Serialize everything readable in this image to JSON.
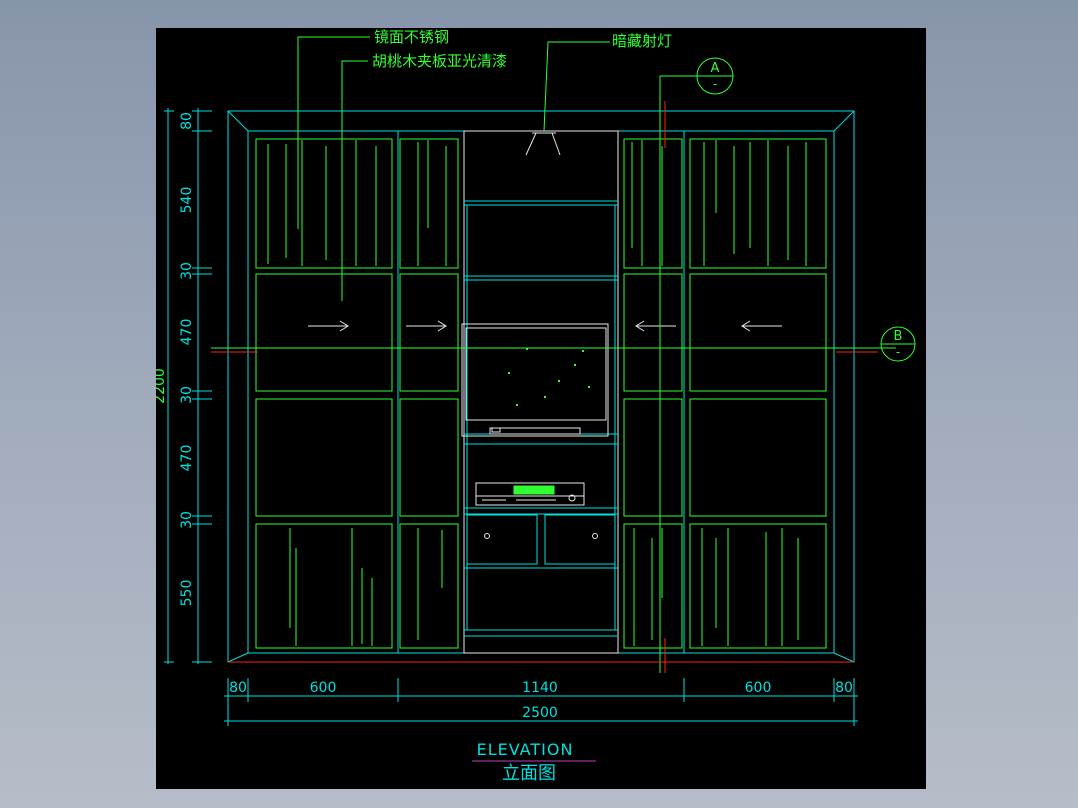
{
  "drawing": {
    "callouts": {
      "stainless": "镜面不锈钢",
      "walnut": "胡桃木夹板亚光清漆",
      "spotlight": "暗藏射灯"
    },
    "section_markers": {
      "a_letter": "A",
      "a_dash": "-",
      "b_letter": "B",
      "b_dash": "-"
    },
    "vertical_dims": {
      "d1": "80",
      "d2": "540",
      "d3": "30",
      "d4": "470",
      "d5": "30",
      "d6": "470",
      "d7": "30",
      "d8": "550",
      "total": "2200"
    },
    "horizontal_dims": {
      "d1": "80",
      "d2": "600",
      "d3": "1140",
      "d4": "600",
      "d5": "80",
      "total": "2500"
    },
    "title_en": "ELEVATION",
    "title_cn": "立面图",
    "colors": {
      "cyan": "#00e0e0",
      "green": "#31ff31",
      "red": "#ff2020",
      "magenta": "#c040c0",
      "white": "#e8e8e8"
    }
  }
}
